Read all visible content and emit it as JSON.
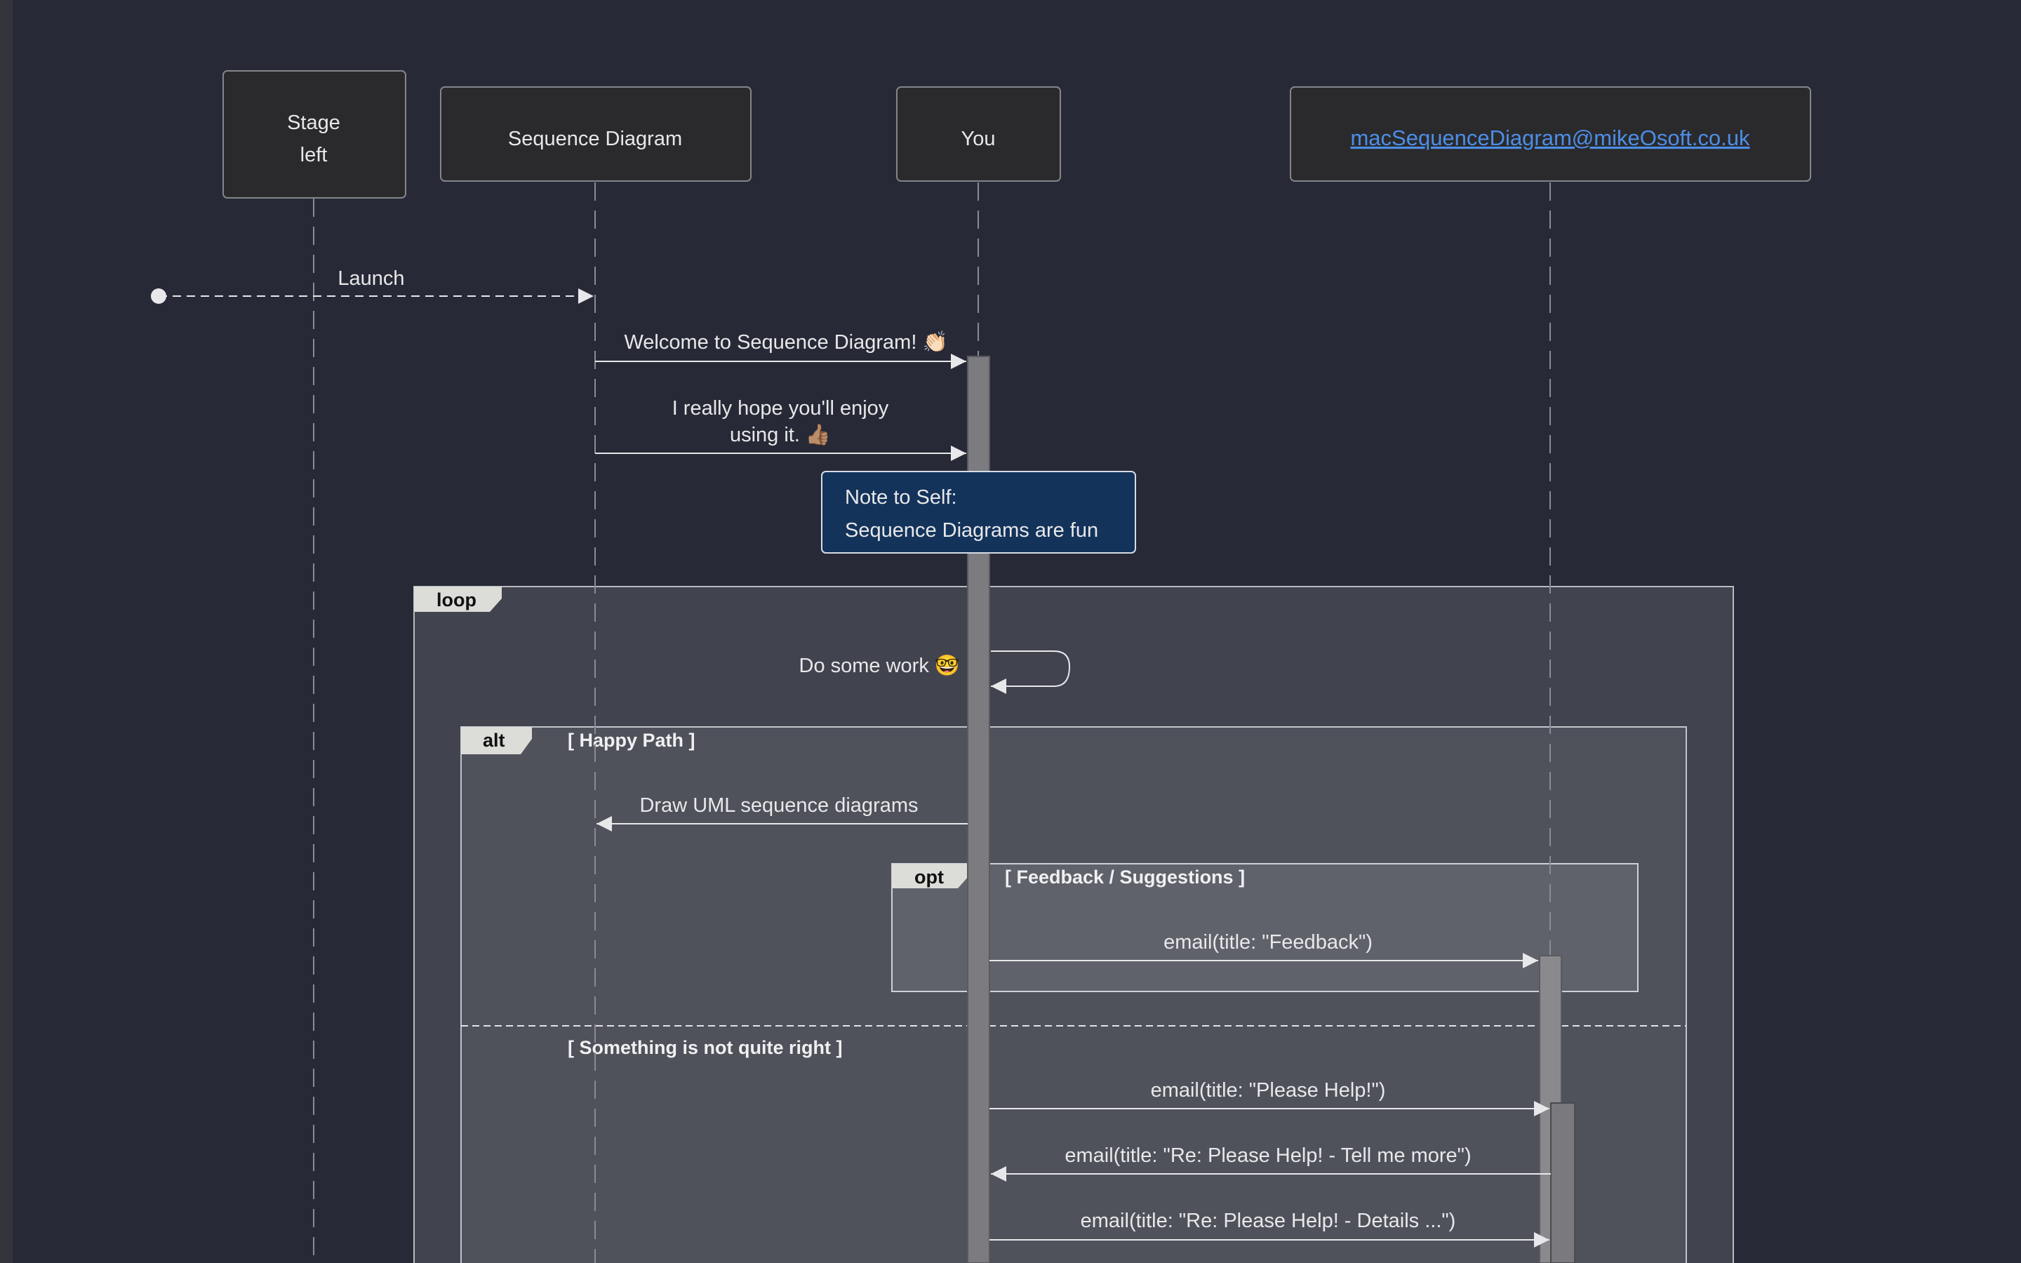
{
  "participants": [
    {
      "id": "stage",
      "lines": [
        "Stage",
        "left"
      ],
      "link": false
    },
    {
      "id": "seq",
      "lines": [
        "Sequence Diagram"
      ],
      "link": false
    },
    {
      "id": "you",
      "lines": [
        "You"
      ],
      "link": false
    },
    {
      "id": "email",
      "lines": [
        "macSequenceDiagram@mikeOsoft.co.uk"
      ],
      "link": true
    }
  ],
  "messages": [
    {
      "text": "Launch",
      "from": "start",
      "to": "seq",
      "style": "dashed"
    },
    {
      "text": "Welcome to Sequence Diagram! 👏🏻",
      "from": "seq",
      "to": "you",
      "style": "solid"
    },
    {
      "lines": [
        "I really hope you'll enjoy",
        "using it. 👍🏽"
      ],
      "from": "seq",
      "to": "you",
      "style": "solid"
    },
    {
      "text": "Do some work 🤓",
      "from": "you",
      "to": "you",
      "style": "self"
    },
    {
      "text": "Draw UML sequence diagrams",
      "from": "you",
      "to": "seq",
      "style": "solid"
    },
    {
      "text": "email(title: \"Feedback\")",
      "from": "you",
      "to": "email",
      "style": "solid"
    },
    {
      "text": "email(title: \"Please Help!\")",
      "from": "you",
      "to": "email",
      "style": "solid"
    },
    {
      "text": "email(title: \"Re: Please Help! - Tell me more\")",
      "from": "email",
      "to": "you",
      "style": "solid"
    },
    {
      "text": "email(title: \"Re: Please Help! - Details ...\")",
      "from": "you",
      "to": "email",
      "style": "solid"
    }
  ],
  "note": {
    "lines": [
      "Note to Self:",
      "Sequence Diagrams are fun"
    ]
  },
  "fragments": [
    {
      "type": "loop",
      "guard": ""
    },
    {
      "type": "alt",
      "guard": "[ Happy Path ]",
      "else_guard": "[ Something is not quite right ]"
    },
    {
      "type": "opt",
      "guard": "[ Feedback / Suggestions ]"
    }
  ],
  "colors": {
    "background": "#272a36",
    "participant_box": "#2a2a2c",
    "note_fill": "#13335a",
    "link": "#4d8ee8",
    "activation": "#7c7c80"
  }
}
